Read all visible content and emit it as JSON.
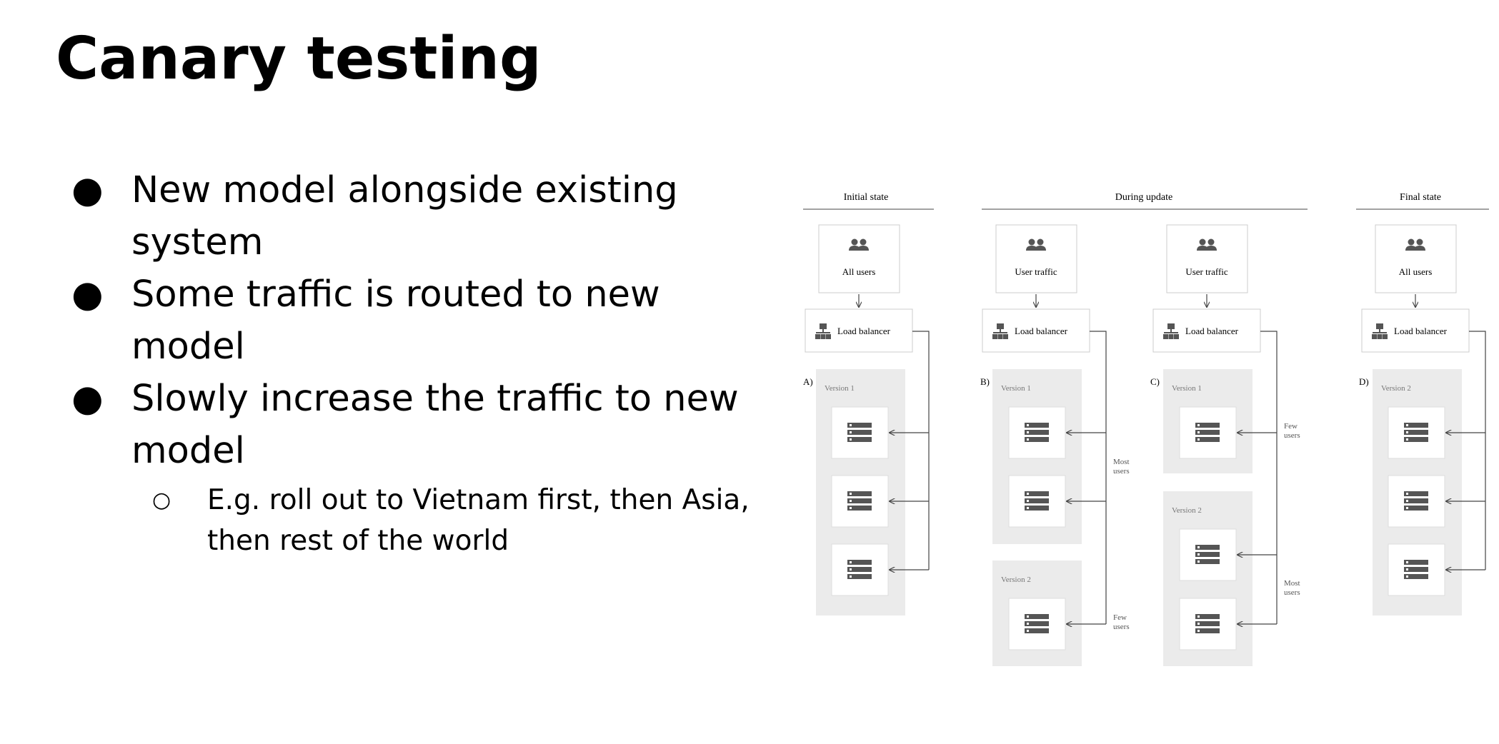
{
  "slide": {
    "title": "Canary testing",
    "bullets": [
      "New model alongside existing system",
      "Some traffic is routed to new model",
      "Slowly increase the traffic to new model"
    ],
    "sub_bullets": [
      "E.g. roll out to Vietnam first, then Asia, then rest of the world"
    ],
    "bullet_glyph": "●",
    "sub_bullet_glyph": "○"
  },
  "diagram": {
    "headers": {
      "initial": "Initial state",
      "during": "During update",
      "final": "Final state"
    },
    "panels": {
      "A": {
        "label": "A)",
        "top": "All users",
        "lb": "Load balancer",
        "v1": "Version 1"
      },
      "B": {
        "label": "B)",
        "top": "User traffic",
        "lb": "Load balancer",
        "v1": "Version 1",
        "v2": "Version 2",
        "note_most": "Most users",
        "note_few": "Few users"
      },
      "C": {
        "label": "C)",
        "top": "User traffic",
        "lb": "Load balancer",
        "v1": "Version 1",
        "v2": "Version 2",
        "note_few": "Few users",
        "note_most": "Most users"
      },
      "D": {
        "label": "D)",
        "top": "All users",
        "lb": "Load balancer",
        "v2": "Version 2"
      }
    },
    "icons": {
      "users": "users-icon",
      "lb": "load-balancer-icon",
      "server": "server-icon"
    },
    "colors": {
      "group_bg": "#ebebeb",
      "icon": "#555555",
      "line": "#444444"
    }
  }
}
